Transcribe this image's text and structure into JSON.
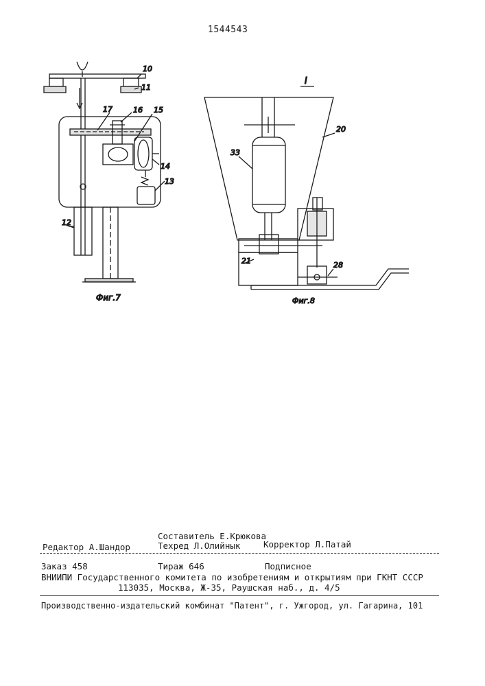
{
  "header": {
    "patent_number": "1544543"
  },
  "figures": {
    "fig7": {
      "caption": "Фиг.7",
      "labels": {
        "l10": "10",
        "l11": "11",
        "l17": "17",
        "l16": "16",
        "l15": "15",
        "l14": "14",
        "l13": "13",
        "l12": "12"
      }
    },
    "fig8": {
      "caption": "Фиг.8",
      "detail_mark": "I",
      "labels": {
        "l20": "20",
        "l33": "33",
        "l21": "21",
        "l28": "28"
      }
    }
  },
  "imprint": {
    "editor": "Редактор А.Шандор",
    "compiler": "Составитель Е.Крюкова",
    "techred": "Техред Л.Олийнык",
    "corrector": "Корректор Л.Патай",
    "order": "Заказ 458",
    "circulation": "Тираж 646",
    "subscription": "Подписное",
    "institution_line1": "ВНИИПИ Государственного комитета по изобретениям и открытиям при ГКНТ СССР",
    "institution_line2": "113035, Москва, Ж-35, Раушская наб., д. 4/5",
    "publisher": "Производственно-издательский комбинат \"Патент\", г. Ужгород, ул. Гагарина, 101"
  }
}
